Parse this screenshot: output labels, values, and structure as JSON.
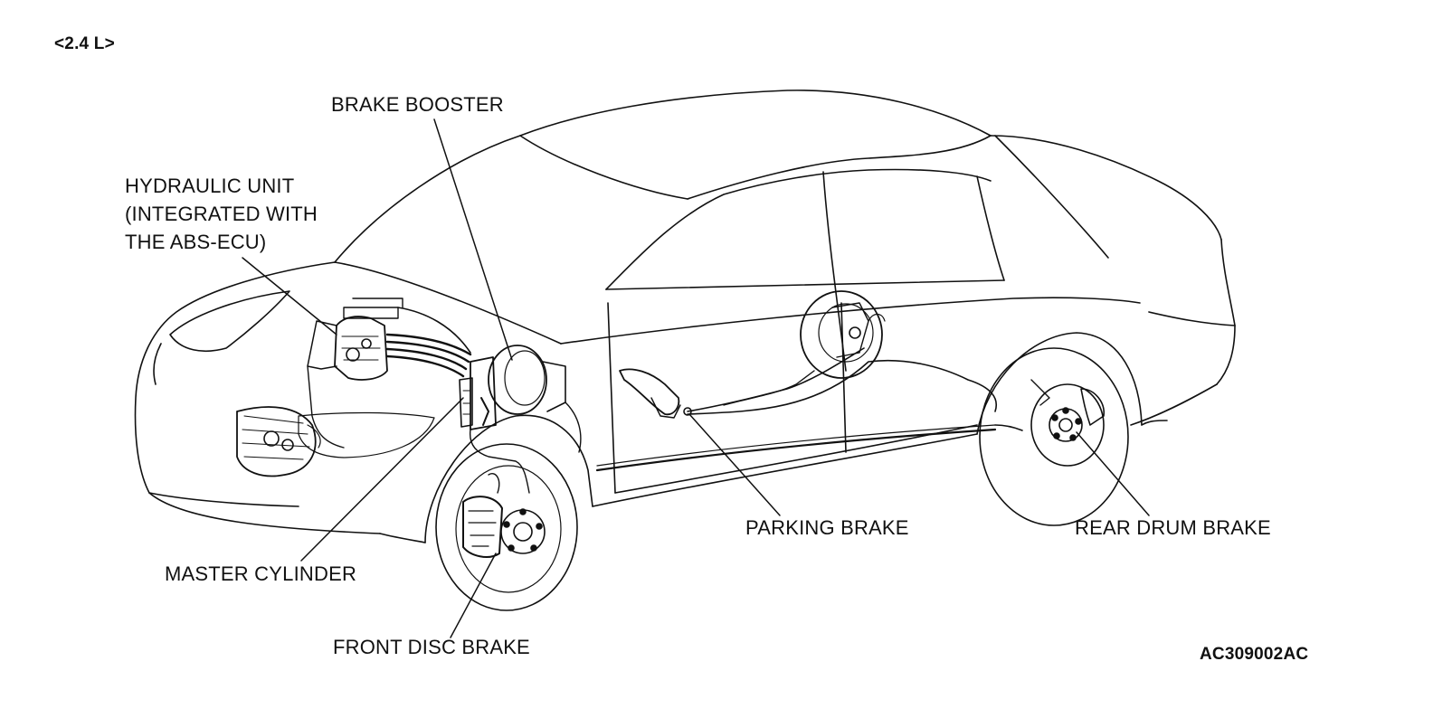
{
  "header": {
    "variant": "<2.4 L>"
  },
  "figure_id": "AC309002AC",
  "labels": {
    "brake_booster": "BRAKE BOOSTER",
    "hydraulic_unit": [
      "HYDRAULIC UNIT",
      "(INTEGRATED WITH",
      "THE ABS-ECU)"
    ],
    "master_cylinder": "MASTER CYLINDER",
    "front_disc_brake": "FRONT DISC BRAKE",
    "parking_brake": "PARKING BRAKE",
    "rear_drum_brake": "REAR DRUM BRAKE"
  },
  "colors": {
    "line": "#111111",
    "background": "#ffffff"
  }
}
